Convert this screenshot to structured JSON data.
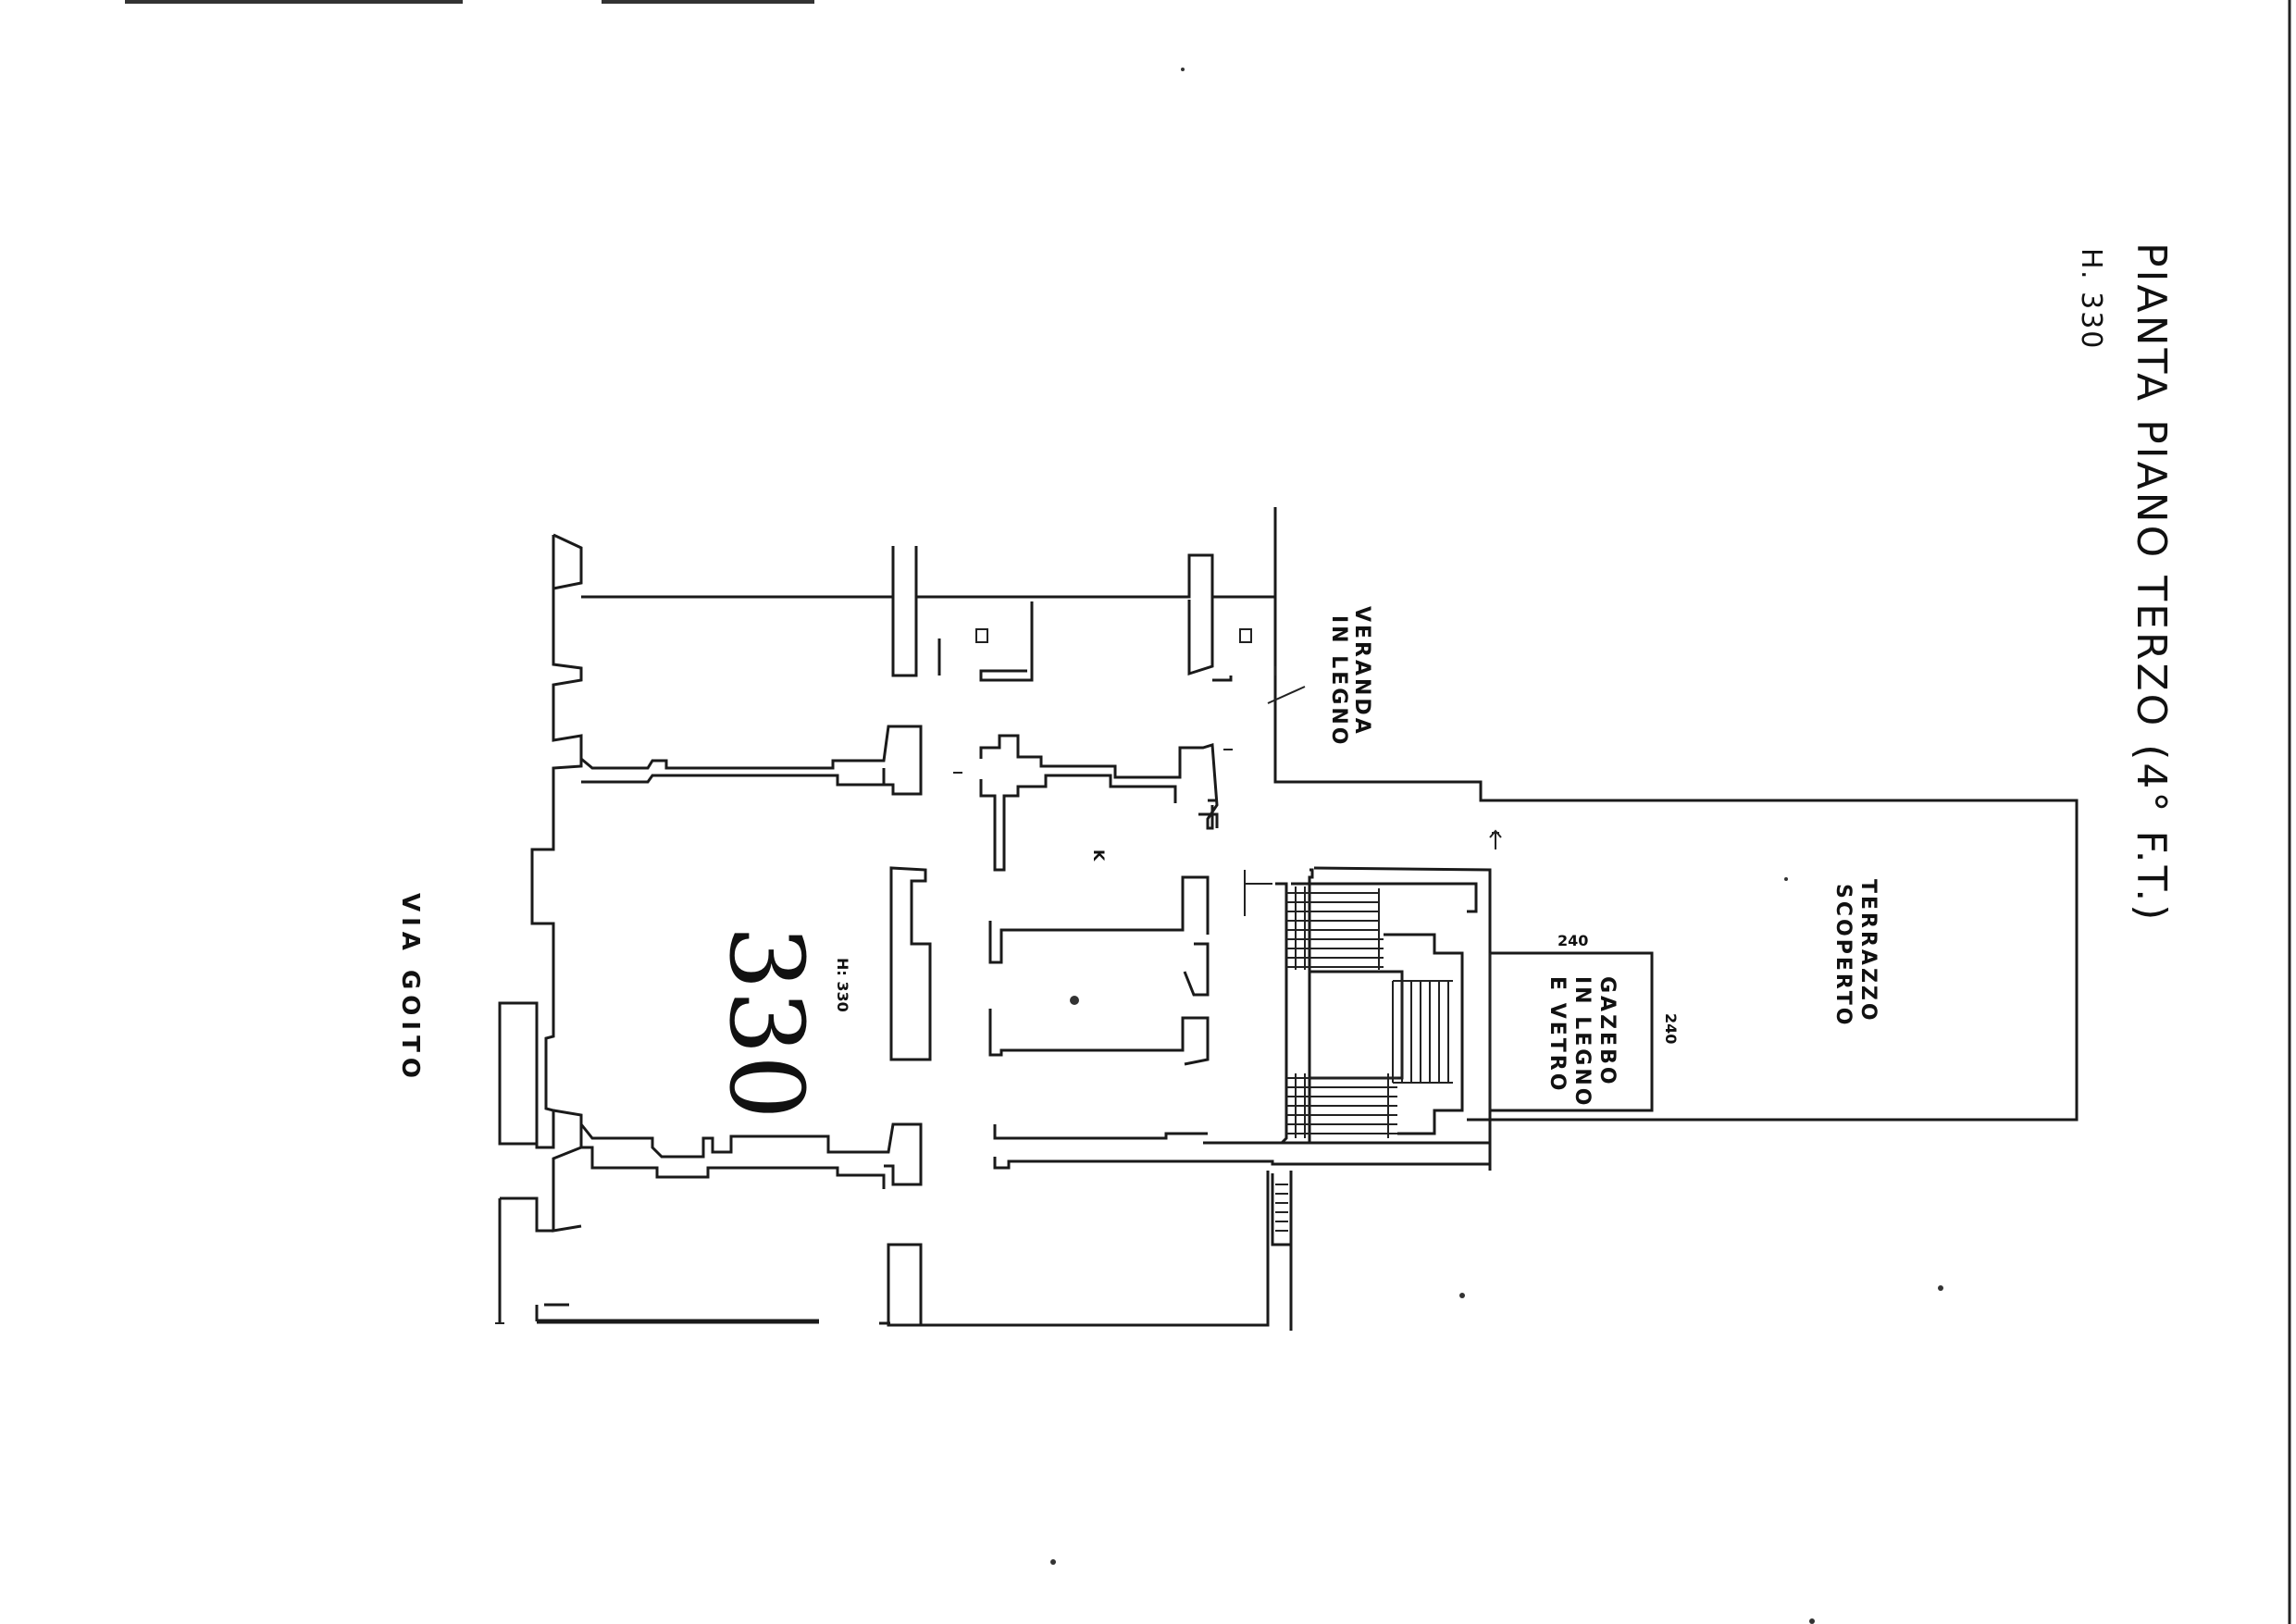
{
  "title": "PIANTA PIANO TERZO (4° F.T.)",
  "height_note": "H. 330",
  "room_labels": {
    "veranda": [
      "VERANDA",
      "IN LEGNO"
    ],
    "terrazzo": [
      "TERRAZZO",
      "SCOPERTO"
    ],
    "gazebo": [
      "GAZEBO",
      "IN LEGNO",
      "E VETRO"
    ],
    "kitchen_mark": "K"
  },
  "street_label": "VIA GOITO",
  "big_number": "330",
  "room_height": "H: 330",
  "dimensions": {
    "gazebo_width": "240",
    "gazebo_depth": "240"
  }
}
